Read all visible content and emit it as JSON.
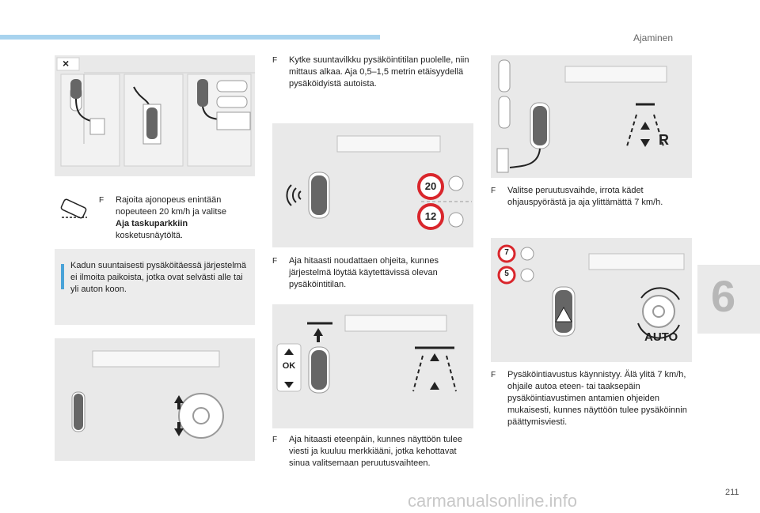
{
  "header": {
    "section_title": "Ajaminen",
    "chapter_number": "6",
    "page_number": "211"
  },
  "col1": {
    "item1_text_a": "Rajoita ajonopeus enintään nopeuteen 20 km/h ja valitse ",
    "item1_bold": "Aja taskuparkkiin",
    "item1_text_b": " kosketusnäytöltä.",
    "info_text": "Kadun suuntaisesti pysäköitäessä järjestelmä ei ilmoita paikoista, jotka ovat selvästi alle tai yli auton koon."
  },
  "col2": {
    "item1": "Kytke suuntavilkku pysäköintitilan puolelle, niin mittaus alkaa. Aja 0,5–1,5 metrin etäisyydellä pysäköidyistä autoista.",
    "item2": "Aja hitaasti noudattaen ohjeita, kunnes järjestelmä löytää käytettävissä olevan pysäköintitilan.",
    "item3": "Aja hitaasti eteenpäin, kunnes näyttöön tulee viesti ja kuuluu merkkiääni, jotka kehottavat sinua valitsemaan peruutusvaihteen.",
    "speed_20": "20",
    "speed_12": "12",
    "ok_label": "OK"
  },
  "col3": {
    "item1": "Valitse peruutusvaihde, irrota kädet ohjauspyörästä ja aja ylittämättä 7 km/h.",
    "item2": "Pysäköintiavustus käynnistyy. Älä ylitä 7 km/h, ohjaile autoa eteen- tai taaksepäin pysäköintiavustimen antamien ohjeiden mukaisesti, kunnes näyttöön tulee pysäköinnin päättymisviesti.",
    "r_label": "R",
    "speed_7": "7",
    "speed_5": "5",
    "auto_label": "AUTO"
  },
  "bullet_glyph": "F",
  "close_glyph": "×",
  "watermark": "carmanualsonline.info",
  "colors": {
    "accent_blue": "#4aa3d8",
    "topbar": "#a8d3ee",
    "panel": "#e9e9e9",
    "speed_red": "#d9262c"
  }
}
